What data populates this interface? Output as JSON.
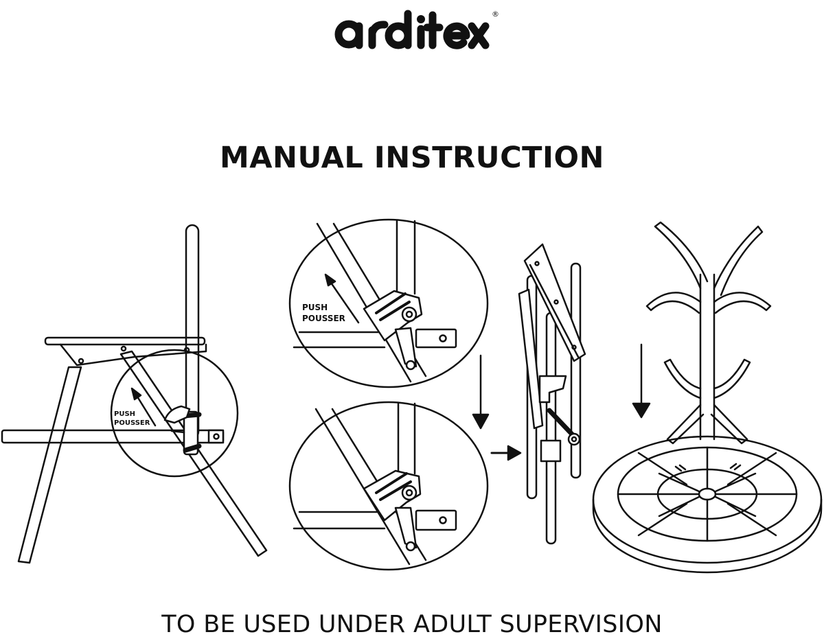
{
  "brand": {
    "logo_text": "arditex",
    "registered_mark": "®"
  },
  "title": "MANUAL INSTRUCTION",
  "steps": {
    "step1": {
      "push_label": "PUSH",
      "pousser_label": "POUSSER"
    },
    "step2": {
      "push_label": "PUSH",
      "pousser_label": "POUSSER"
    }
  },
  "footer": "TO BE USED UNDER ADULT SUPERVISION"
}
